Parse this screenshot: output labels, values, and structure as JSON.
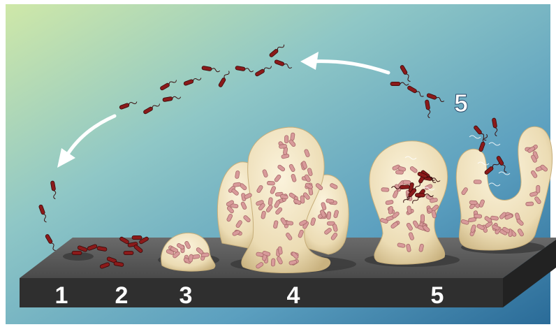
{
  "diagram": {
    "stage_labels": [
      "1",
      "2",
      "3",
      "4",
      "5"
    ],
    "dispersal_label": "5",
    "colors": {
      "background_light": "#c9e6a8",
      "background_mid": "#7fbcc9",
      "background_dark": "#2e6f9c",
      "slab_top": "#585858",
      "slab_front": "#2f2f2f",
      "biofilm_matrix": "#ecdcb4",
      "embedded_bacteria": "#d89a9a",
      "free_bacteria": "#8b1a1a",
      "arrow": "#ffffff"
    },
    "icons": [
      "curved-arrow-icon",
      "bacterium-icon"
    ]
  }
}
